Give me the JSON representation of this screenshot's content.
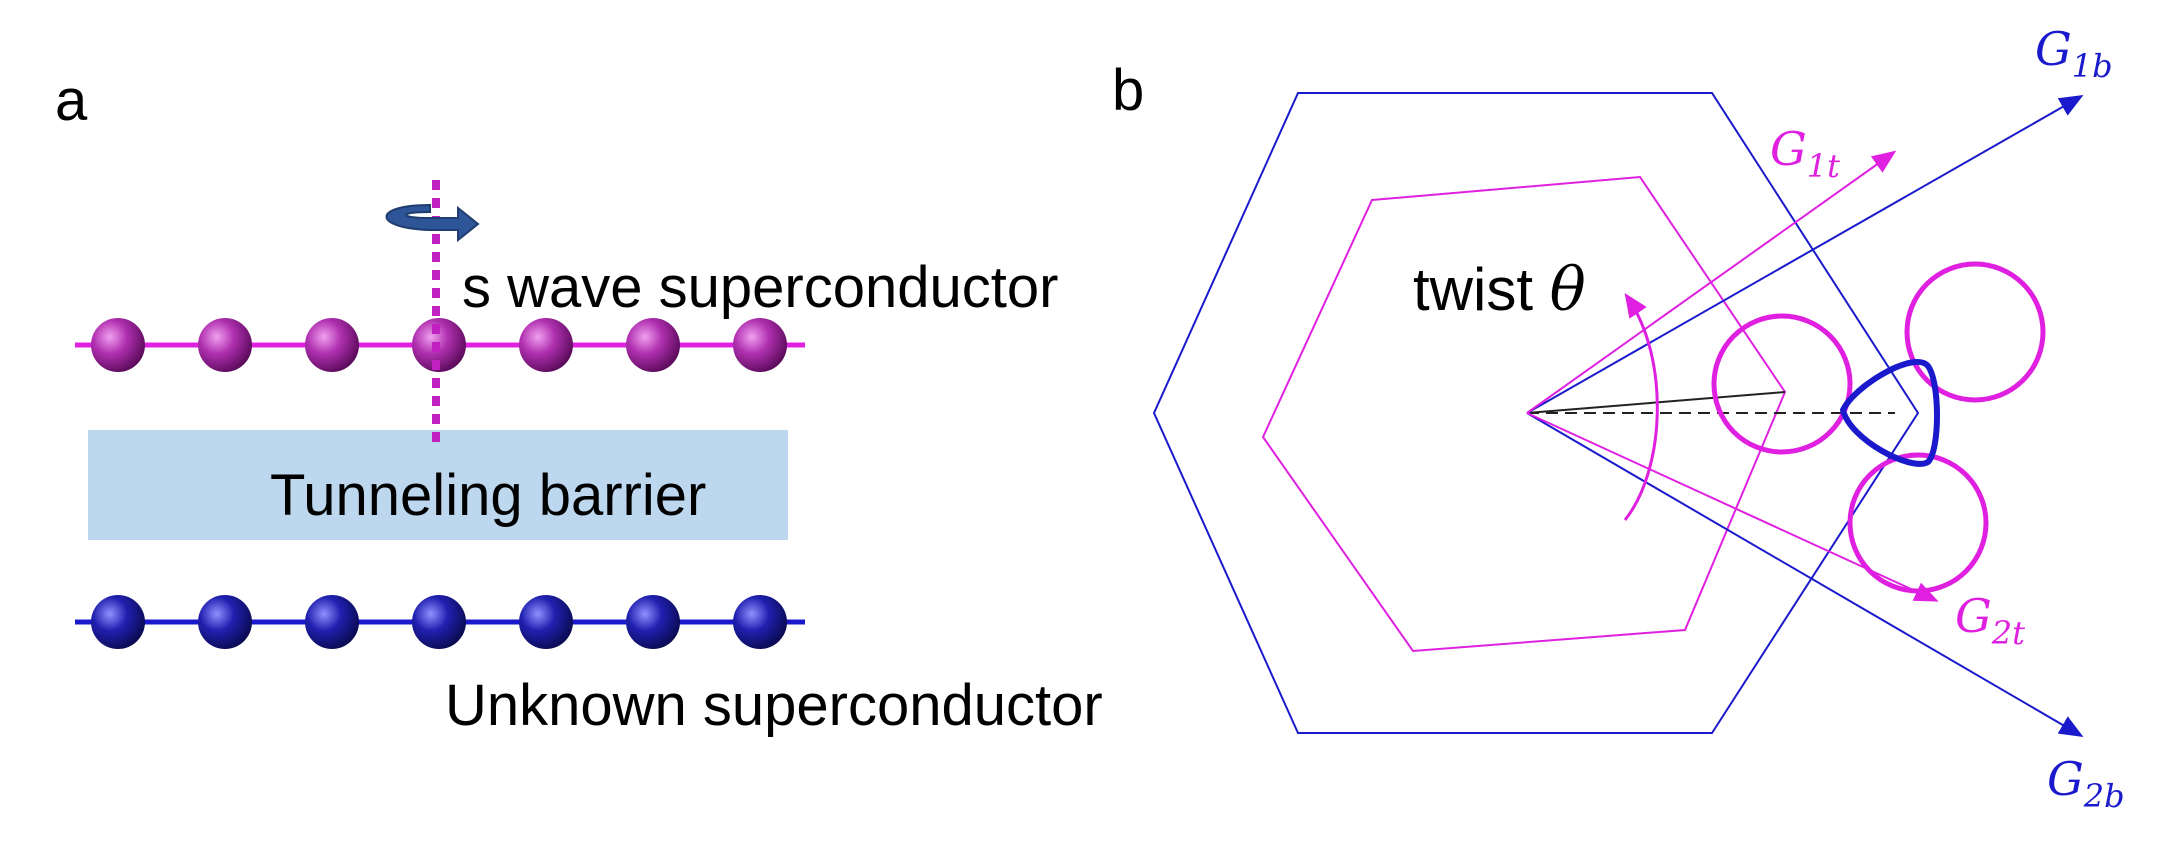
{
  "panel_a": {
    "label": "a",
    "top_layer_label": "s wave superconductor",
    "barrier_label": "Tunneling barrier",
    "bottom_layer_label": "Unknown superconductor",
    "top_atom_count": 7,
    "bottom_atom_count": 7
  },
  "panel_b": {
    "label": "b",
    "twist_text": "twist ",
    "twist_symbol": "θ",
    "vectors": {
      "g1b": {
        "main": "G",
        "sub": "1b"
      },
      "g2b": {
        "main": "G",
        "sub": "2b"
      },
      "g1t": {
        "main": "G",
        "sub": "1t"
      },
      "g2t": {
        "main": "G",
        "sub": "2t"
      }
    }
  },
  "colors": {
    "magenta": "#e020e0",
    "blue": "#1a1acc",
    "barrier": "#bdd7ee",
    "dark_blue_atom": "#1a1a99",
    "purple_atom": "#a020a0",
    "rotation_arrow": "#2e5597"
  }
}
